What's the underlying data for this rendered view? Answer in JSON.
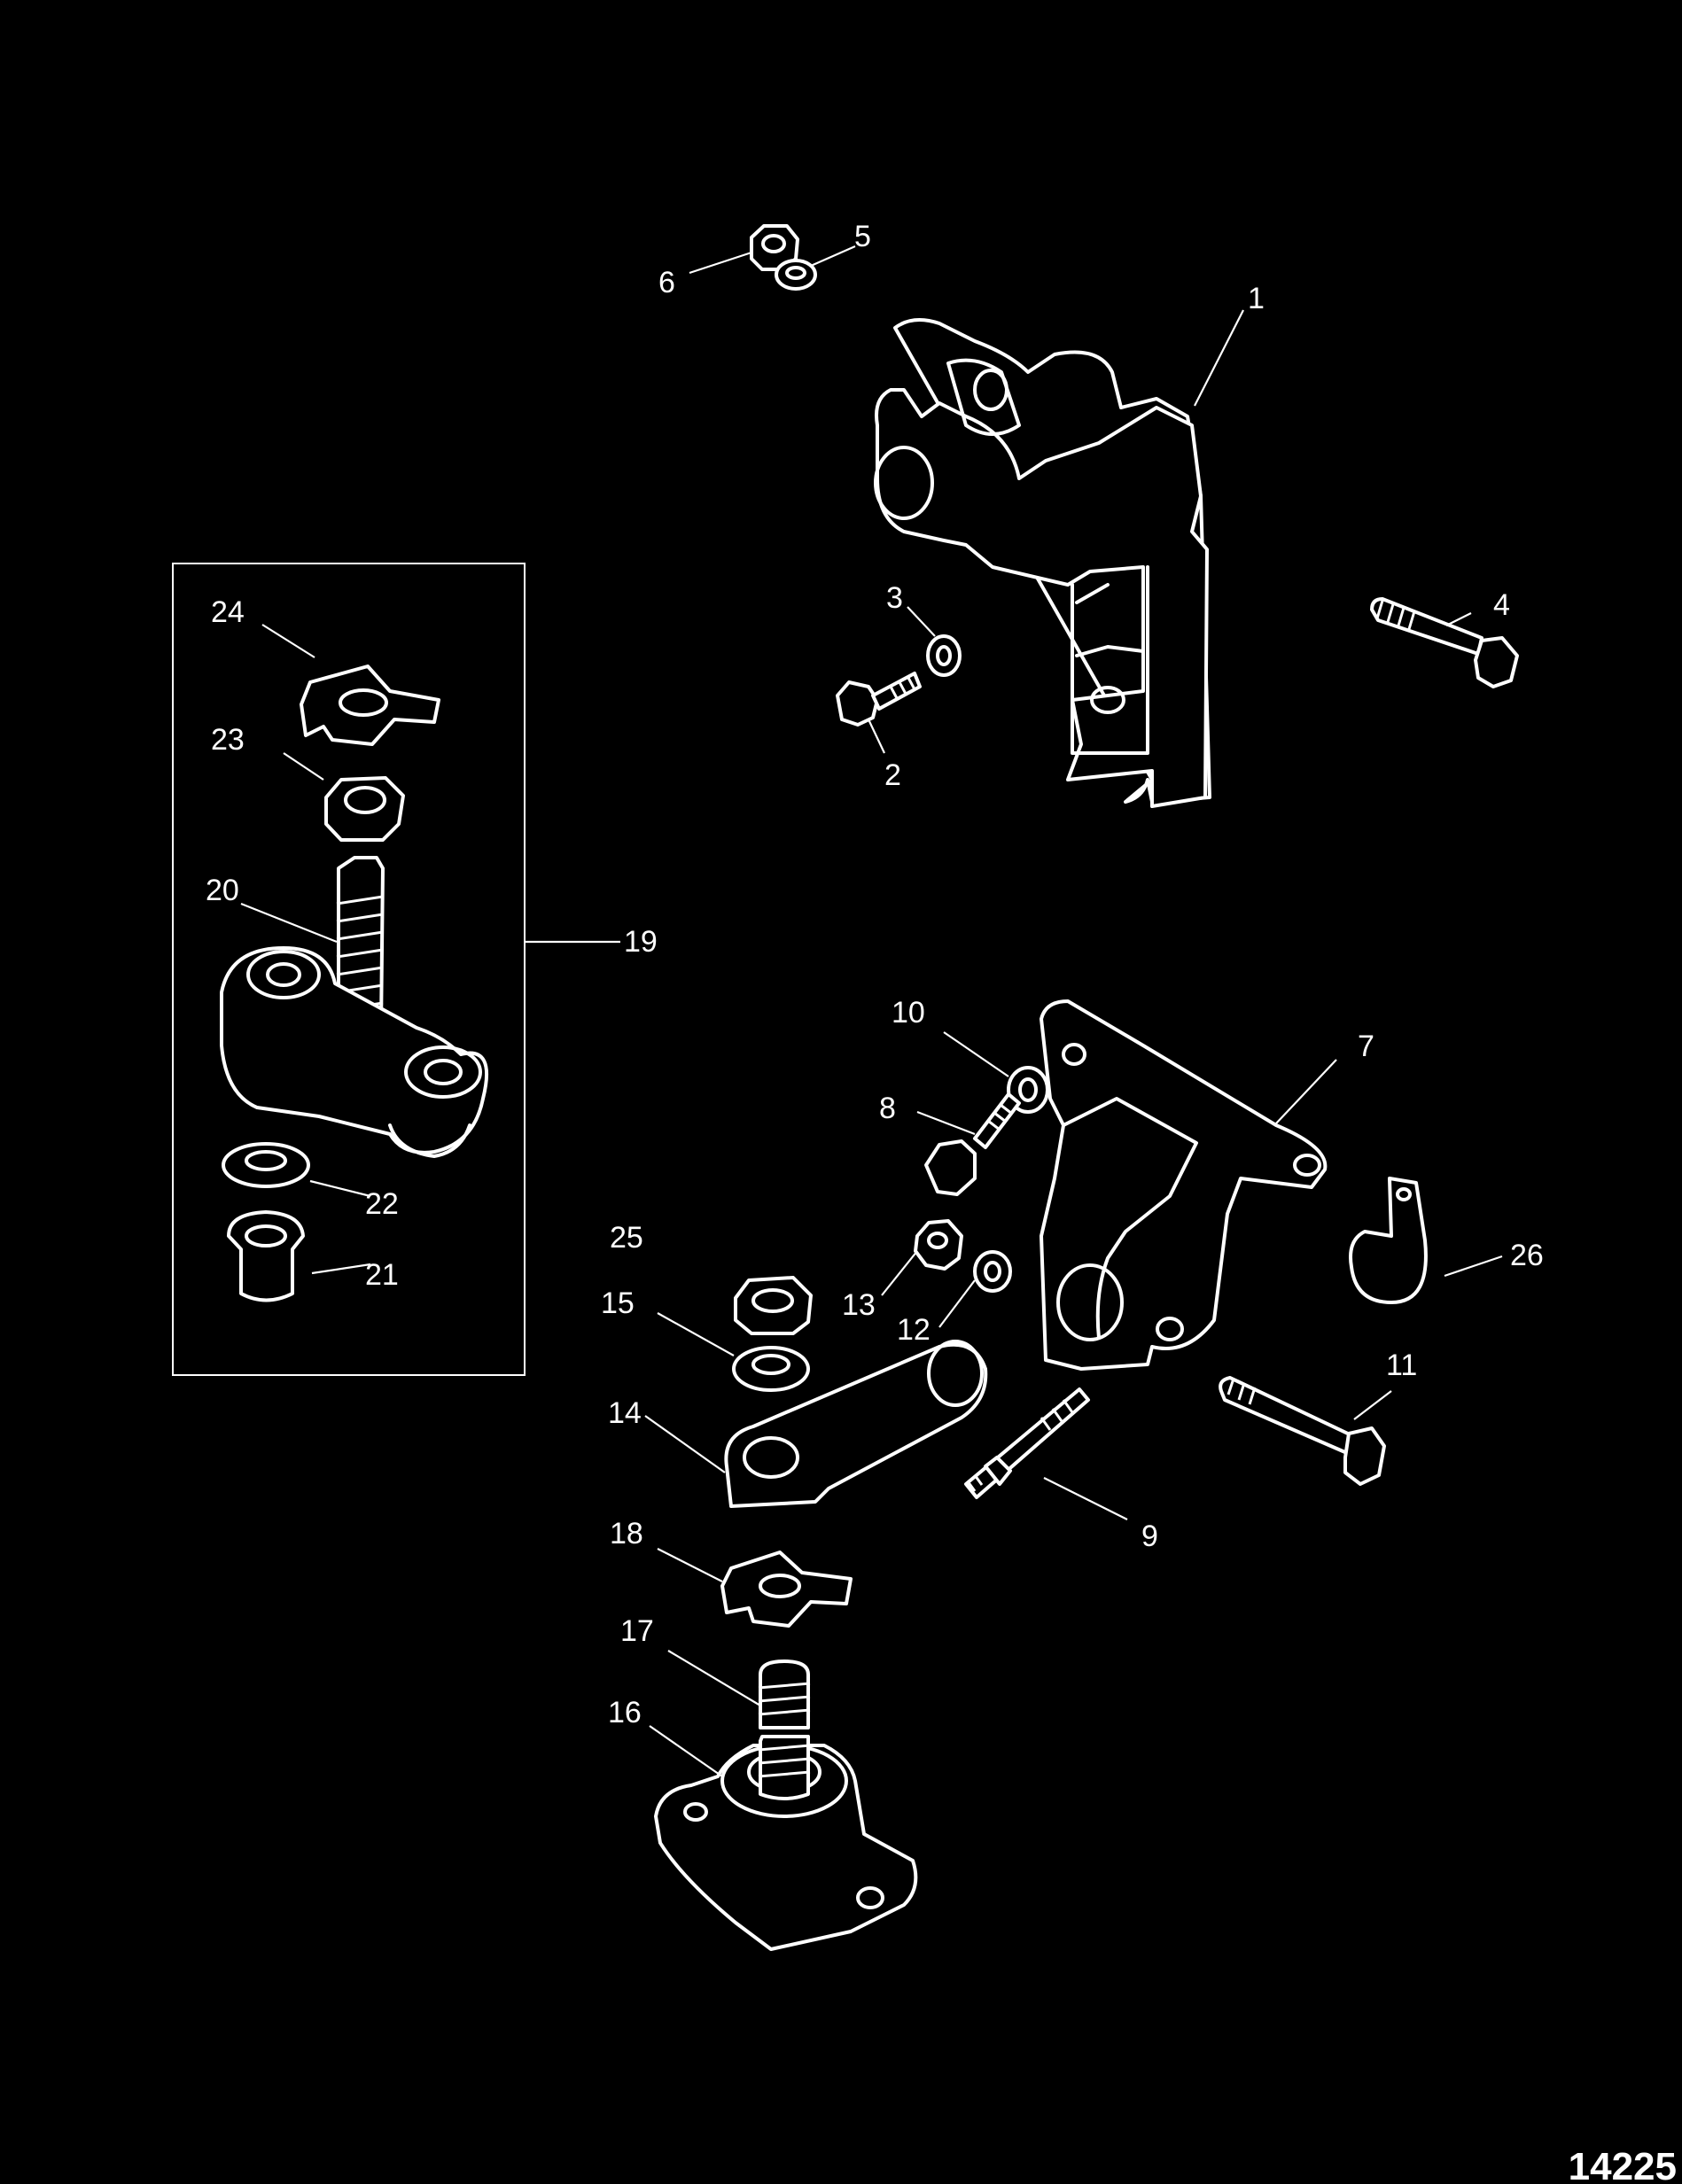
{
  "diagram": {
    "figure_number": "14225",
    "callouts": [
      "1",
      "2",
      "3",
      "4",
      "5",
      "6",
      "7",
      "8",
      "9",
      "10",
      "11",
      "12",
      "13",
      "14",
      "15",
      "16",
      "17",
      "18",
      "19",
      "20",
      "21",
      "22",
      "23",
      "24",
      "25",
      "26"
    ]
  },
  "colors": {
    "background": "#000000",
    "line": "#ffffff"
  }
}
